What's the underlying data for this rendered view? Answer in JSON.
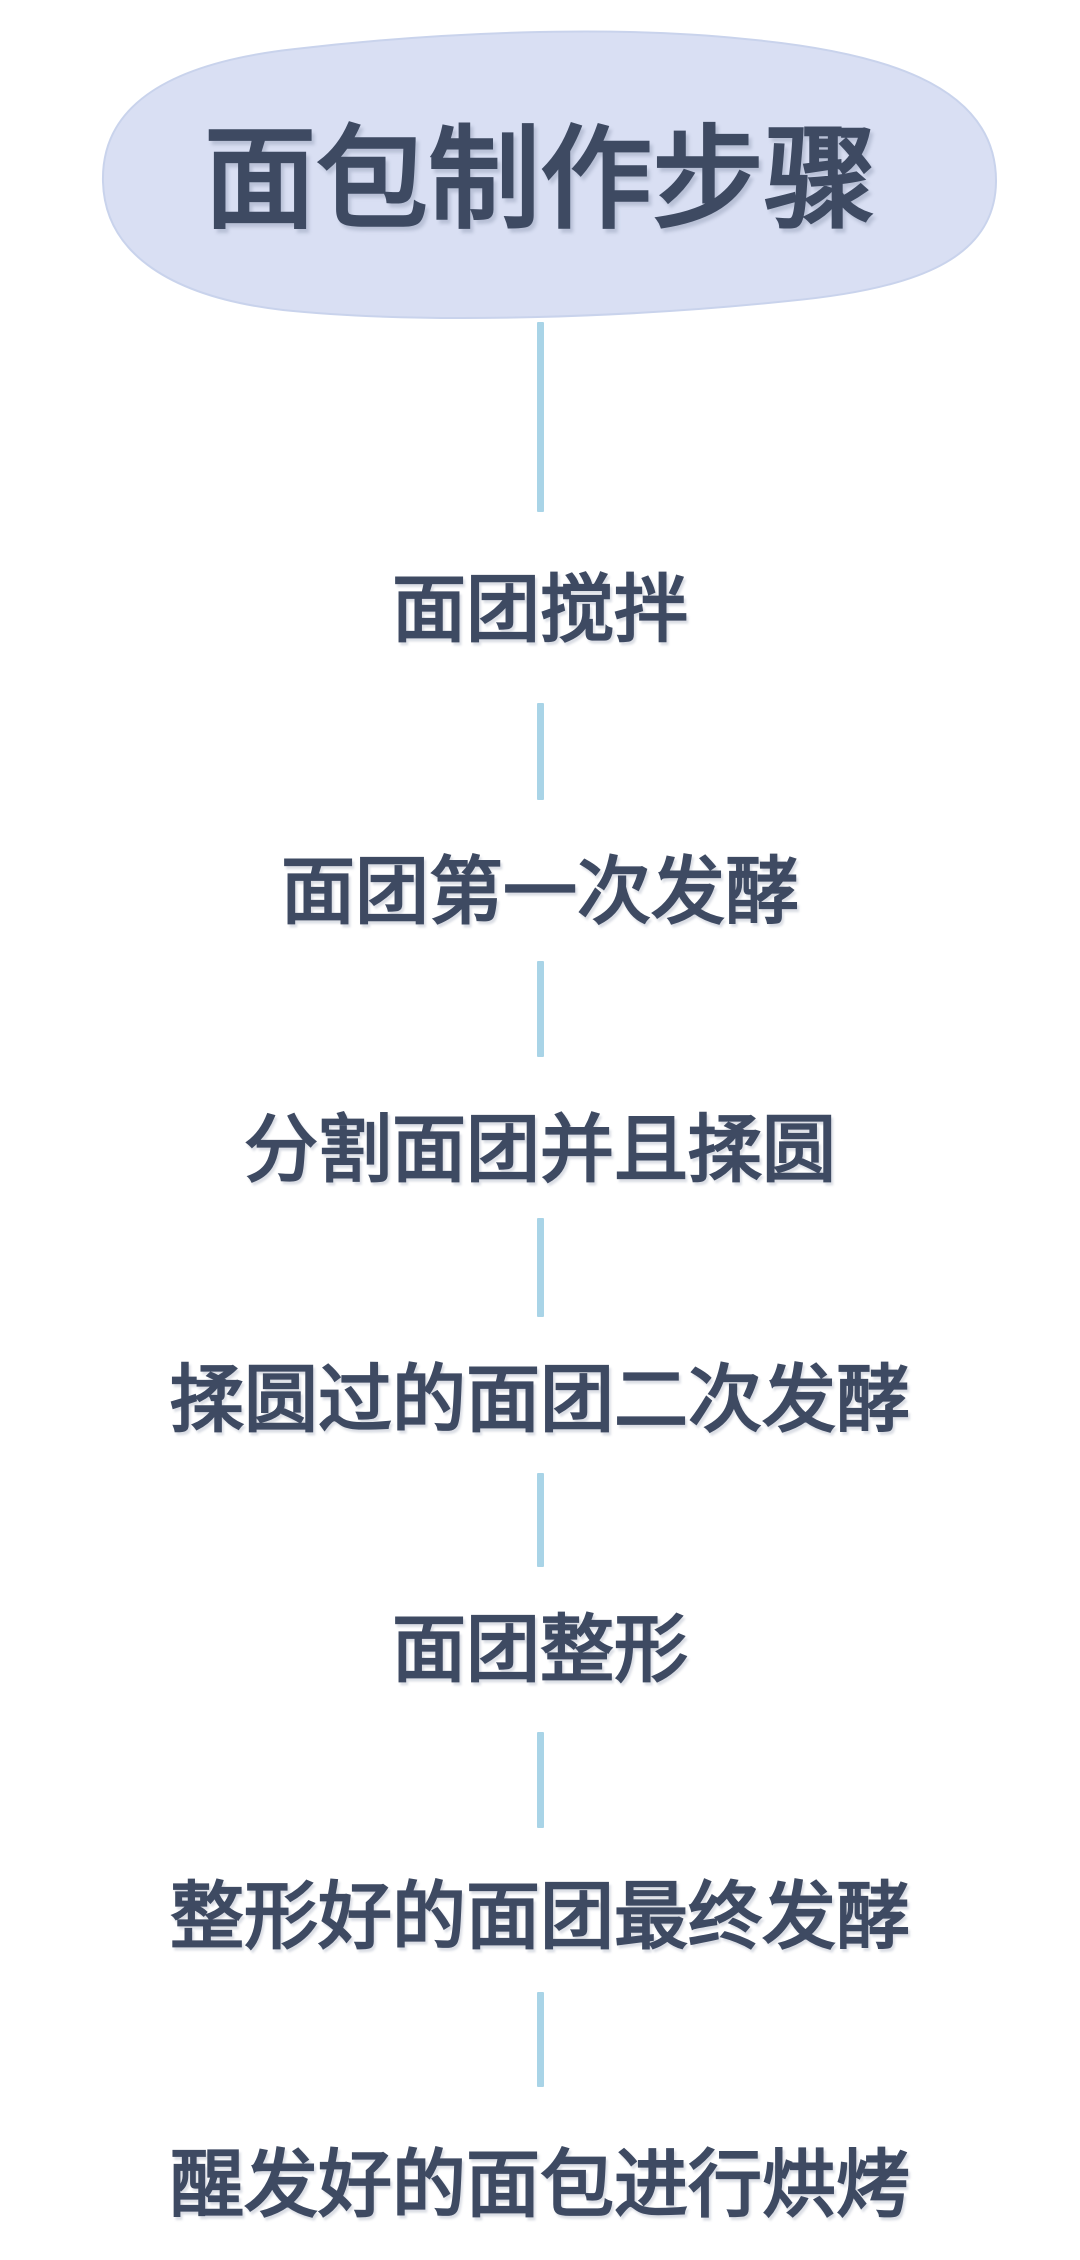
{
  "flowchart": {
    "title": "面包制作步骤",
    "steps": [
      {
        "label": "面团搅拌"
      },
      {
        "label": "面团第一次发酵"
      },
      {
        "label": "分割面团并且揉圆"
      },
      {
        "label": "揉圆过的面团二次发酵"
      },
      {
        "label": "面团整形"
      },
      {
        "label": "整形好的面团最终发酵"
      },
      {
        "label": "醒发好的面包进行烘烤"
      }
    ],
    "colors": {
      "bubble_fill": "#d9dff3",
      "bubble_edge": "#c9d3ec",
      "text": "#3e4a62",
      "connector": "#a9d4e7",
      "background": "#ffffff"
    }
  }
}
